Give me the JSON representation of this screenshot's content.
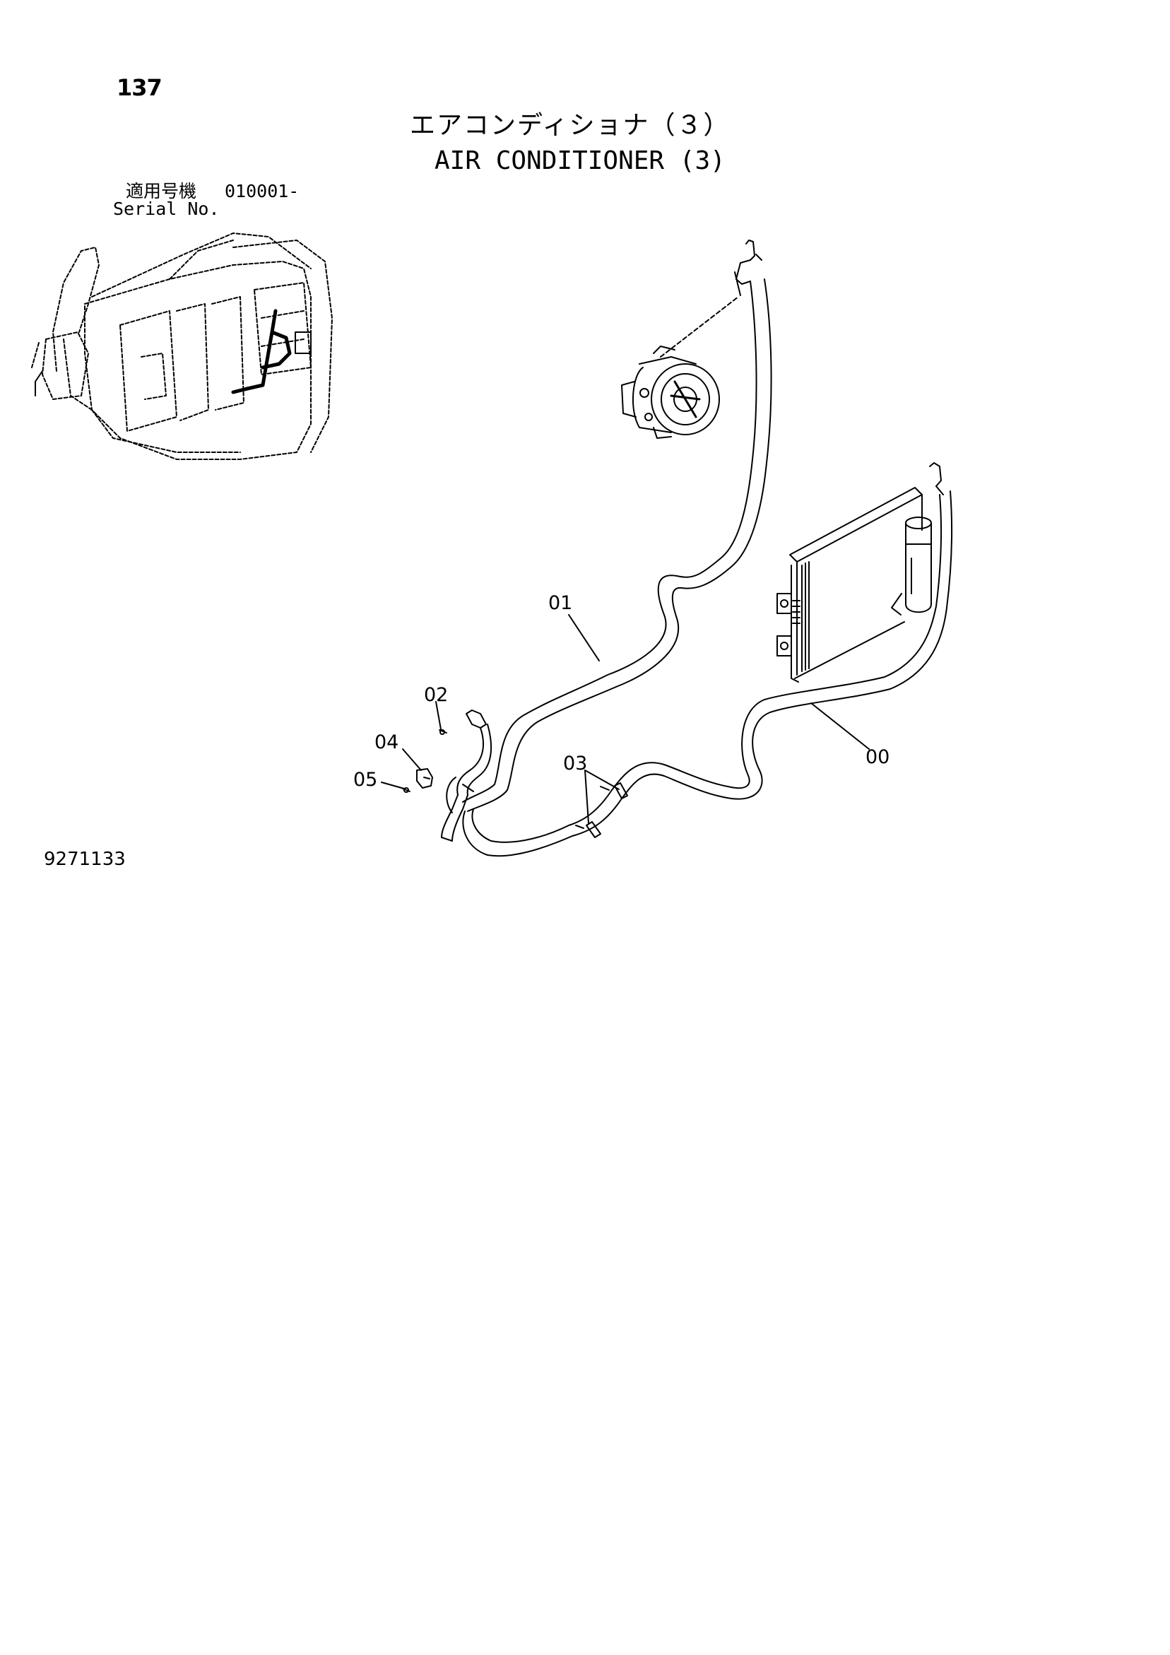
{
  "page": {
    "number": "137",
    "title_jp": "エアコンディショナ（３）",
    "title_en": "AIR CONDITIONER (3)",
    "serial_label_jp": "適用号機",
    "serial_range": "010001-",
    "serial_label_en": "Serial No.",
    "drawing_number": "9271133"
  },
  "callouts": {
    "c00": "00",
    "c01": "01",
    "c02": "02",
    "c03": "03",
    "c04": "04",
    "c05": "05"
  },
  "colors": {
    "line": "#000000",
    "background": "#ffffff"
  }
}
